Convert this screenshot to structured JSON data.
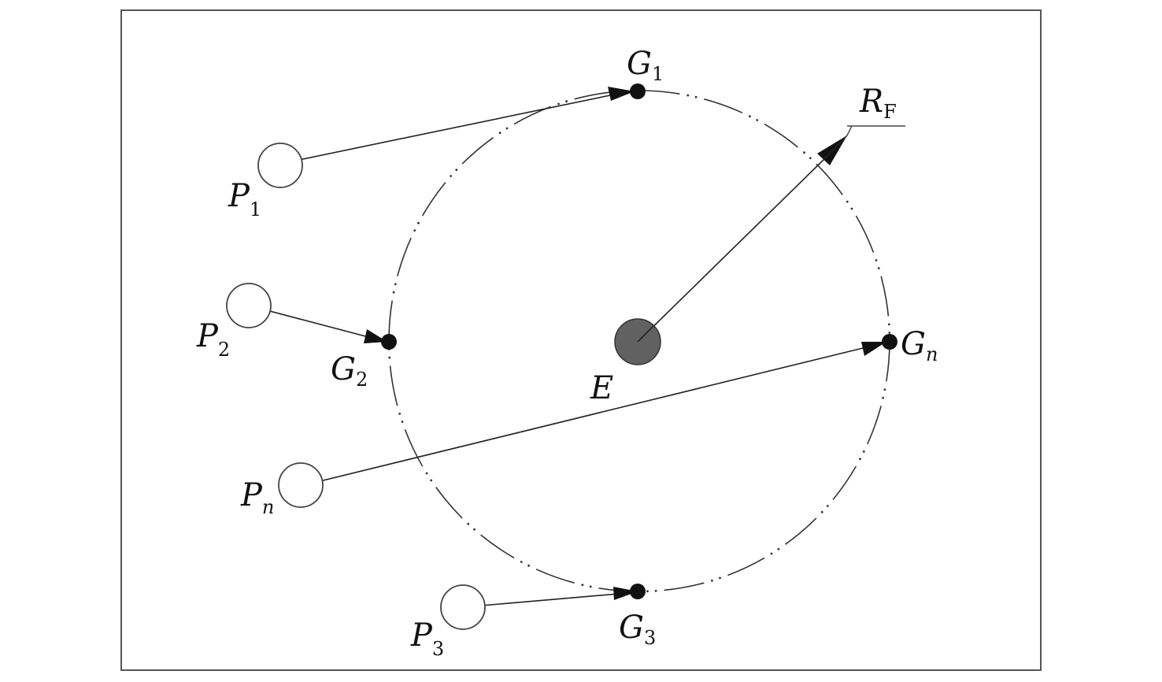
{
  "labels": {
    "G1": {
      "main": "G",
      "sub": "1"
    },
    "G2": {
      "main": "G",
      "sub": "2"
    },
    "G3": {
      "main": "G",
      "sub": "3"
    },
    "Gn": {
      "main": "G",
      "sub": "n"
    },
    "P1": {
      "main": "P",
      "sub": "1"
    },
    "P2": {
      "main": "P",
      "sub": "2"
    },
    "P3": {
      "main": "P",
      "sub": "3"
    },
    "Pn": {
      "main": "P",
      "sub": "n"
    },
    "E": {
      "main": "E"
    },
    "RF": {
      "main": "R",
      "sub": "F"
    }
  }
}
